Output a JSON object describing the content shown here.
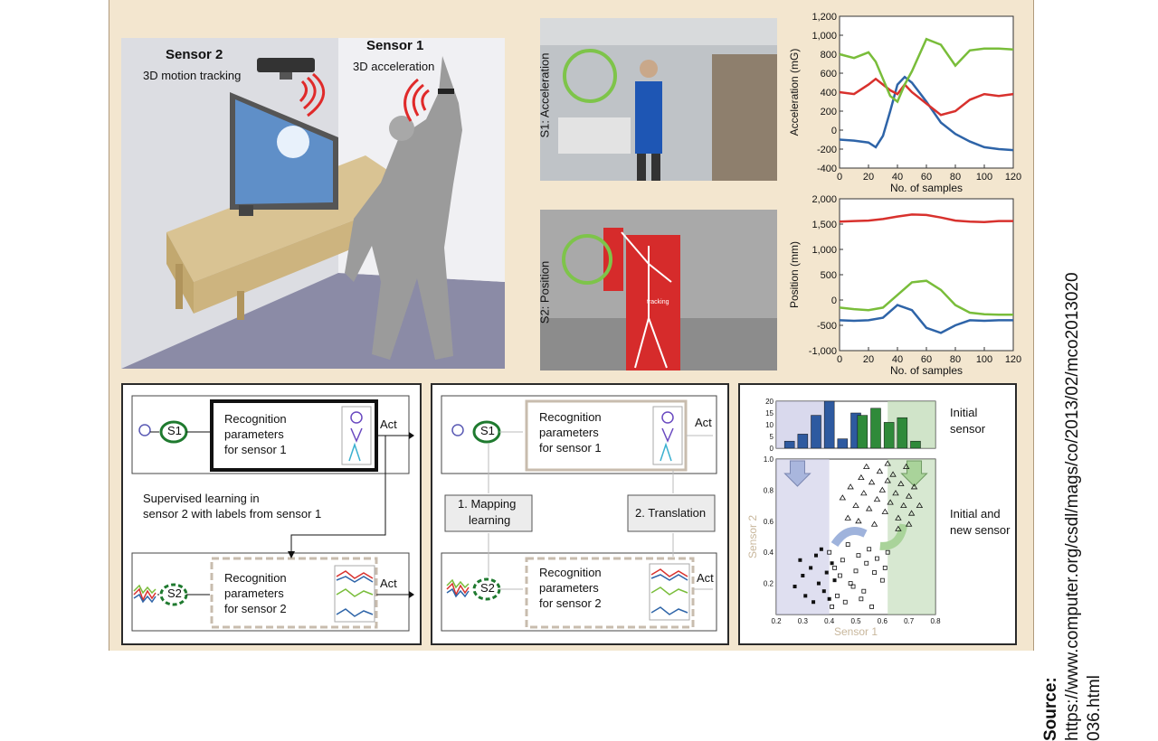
{
  "scene": {
    "sensor2_title": "Sensor 2",
    "sensor2_sub": "3D motion tracking",
    "sensor1_title": "Sensor 1",
    "sensor1_sub": "3D acceleration"
  },
  "photos": {
    "s1_label": "S1: Acceleration",
    "s2_label": "S2: Position",
    "tracking_text": "tracking"
  },
  "chart_data": [
    {
      "type": "line",
      "xlabel": "No. of samples",
      "ylabel": "Acceleration (mG)",
      "xlim": [
        0,
        120
      ],
      "ylim": [
        -400,
        1200
      ],
      "xticks": [
        0,
        20,
        40,
        60,
        80,
        100,
        120
      ],
      "yticks": [
        "-400",
        "-200",
        "0",
        "200",
        "400",
        "600",
        "800",
        "1,000",
        "1,200"
      ],
      "colors": [
        "#2e64a8",
        "#d8312d",
        "#79bd3a"
      ],
      "series": [
        {
          "x": [
            0,
            10,
            20,
            25,
            30,
            35,
            40,
            45,
            50,
            60,
            70,
            80,
            90,
            100,
            110,
            120
          ],
          "y": [
            -100,
            -110,
            -130,
            -180,
            -60,
            200,
            480,
            560,
            500,
            300,
            80,
            -40,
            -120,
            -180,
            -200,
            -210
          ]
        },
        {
          "x": [
            0,
            10,
            20,
            25,
            30,
            35,
            40,
            45,
            50,
            60,
            70,
            80,
            90,
            100,
            110,
            120
          ],
          "y": [
            400,
            380,
            480,
            540,
            480,
            420,
            380,
            480,
            400,
            280,
            160,
            200,
            320,
            380,
            360,
            380
          ]
        },
        {
          "x": [
            0,
            10,
            20,
            25,
            30,
            35,
            40,
            45,
            50,
            60,
            70,
            80,
            90,
            100,
            110,
            120
          ],
          "y": [
            800,
            760,
            820,
            720,
            540,
            360,
            300,
            480,
            620,
            960,
            900,
            680,
            840,
            860,
            860,
            850
          ]
        }
      ]
    },
    {
      "type": "line",
      "xlabel": "No. of samples",
      "ylabel": "Position (mm)",
      "xlim": [
        0,
        120
      ],
      "ylim": [
        -1000,
        2000
      ],
      "xticks": [
        0,
        20,
        40,
        60,
        80,
        100,
        120
      ],
      "yticks": [
        "-1,000",
        "-500",
        "0",
        "500",
        "1,000",
        "1,500",
        "2,000"
      ],
      "colors": [
        "#2e64a8",
        "#d8312d",
        "#79bd3a"
      ],
      "series": [
        {
          "x": [
            0,
            10,
            20,
            30,
            40,
            50,
            60,
            70,
            80,
            90,
            100,
            110,
            120
          ],
          "y": [
            -400,
            -410,
            -400,
            -350,
            -100,
            -200,
            -550,
            -650,
            -500,
            -400,
            -410,
            -400,
            -400
          ]
        },
        {
          "x": [
            0,
            10,
            20,
            30,
            40,
            50,
            60,
            70,
            80,
            90,
            100,
            110,
            120
          ],
          "y": [
            1550,
            1560,
            1570,
            1600,
            1650,
            1690,
            1680,
            1630,
            1570,
            1550,
            1540,
            1560,
            1560
          ]
        },
        {
          "x": [
            0,
            10,
            20,
            30,
            40,
            50,
            60,
            70,
            80,
            90,
            100,
            110,
            120
          ],
          "y": [
            -150,
            -180,
            -200,
            -150,
            100,
            350,
            380,
            200,
            -100,
            -250,
            -280,
            -290,
            -290
          ]
        }
      ]
    },
    {
      "type": "bar",
      "xlim": [
        0.2,
        0.8
      ],
      "ylim": [
        0,
        20
      ],
      "yticks": [
        "0",
        "5",
        "10",
        "15",
        "20"
      ],
      "series": [
        {
          "color": "#2e5aa0",
          "x": [
            0.25,
            0.3,
            0.35,
            0.4,
            0.45,
            0.5
          ],
          "values": [
            3,
            6,
            14,
            20,
            4,
            15
          ]
        },
        {
          "color": "#2f8a3a",
          "x": [
            0.525,
            0.575,
            0.625,
            0.675,
            0.725
          ],
          "values": [
            14,
            17,
            11,
            13,
            3
          ]
        }
      ]
    },
    {
      "type": "scatter",
      "xlabel": "Sensor 1",
      "ylabel": "Sensor 2",
      "xlim": [
        0.2,
        0.8
      ],
      "ylim": [
        0.0,
        1.0
      ],
      "xticks": [
        "0.2",
        "0.3",
        "0.4",
        "0.5",
        "0.6",
        "0.7",
        "0.8"
      ],
      "yticks": [
        "0.2",
        "0.4",
        "0.6",
        "0.8",
        "1.0"
      ],
      "series": [
        {
          "marker": "square-filled",
          "points": [
            [
              0.27,
              0.18
            ],
            [
              0.3,
              0.25
            ],
            [
              0.33,
              0.3
            ],
            [
              0.35,
              0.38
            ],
            [
              0.36,
              0.2
            ],
            [
              0.38,
              0.15
            ],
            [
              0.39,
              0.27
            ],
            [
              0.4,
              0.1
            ],
            [
              0.41,
              0.33
            ],
            [
              0.42,
              0.22
            ],
            [
              0.37,
              0.42
            ],
            [
              0.31,
              0.12
            ],
            [
              0.34,
              0.08
            ],
            [
              0.29,
              0.35
            ]
          ]
        },
        {
          "marker": "square-open",
          "points": [
            [
              0.4,
              0.4
            ],
            [
              0.42,
              0.3
            ],
            [
              0.44,
              0.25
            ],
            [
              0.45,
              0.35
            ],
            [
              0.47,
              0.45
            ],
            [
              0.48,
              0.2
            ],
            [
              0.5,
              0.28
            ],
            [
              0.51,
              0.38
            ],
            [
              0.53,
              0.15
            ],
            [
              0.54,
              0.33
            ],
            [
              0.55,
              0.42
            ],
            [
              0.57,
              0.27
            ],
            [
              0.58,
              0.36
            ],
            [
              0.6,
              0.22
            ],
            [
              0.43,
              0.12
            ],
            [
              0.46,
              0.08
            ],
            [
              0.49,
              0.18
            ],
            [
              0.52,
              0.1
            ],
            [
              0.41,
              0.05
            ],
            [
              0.61,
              0.3
            ],
            [
              0.56,
              0.05
            ],
            [
              0.62,
              0.4
            ]
          ]
        },
        {
          "marker": "triangle",
          "points": [
            [
              0.45,
              0.75
            ],
            [
              0.48,
              0.82
            ],
            [
              0.5,
              0.7
            ],
            [
              0.52,
              0.88
            ],
            [
              0.53,
              0.78
            ],
            [
              0.55,
              0.68
            ],
            [
              0.56,
              0.85
            ],
            [
              0.58,
              0.74
            ],
            [
              0.59,
              0.92
            ],
            [
              0.6,
              0.8
            ],
            [
              0.61,
              0.66
            ],
            [
              0.62,
              0.86
            ],
            [
              0.63,
              0.72
            ],
            [
              0.64,
              0.9
            ],
            [
              0.65,
              0.78
            ],
            [
              0.66,
              0.62
            ],
            [
              0.67,
              0.84
            ],
            [
              0.68,
              0.7
            ],
            [
              0.69,
              0.95
            ],
            [
              0.7,
              0.76
            ],
            [
              0.71,
              0.65
            ],
            [
              0.72,
              0.82
            ],
            [
              0.47,
              0.62
            ],
            [
              0.51,
              0.6
            ],
            [
              0.57,
              0.58
            ],
            [
              0.66,
              0.55
            ],
            [
              0.7,
              0.58
            ],
            [
              0.74,
              0.7
            ],
            [
              0.62,
              0.97
            ],
            [
              0.54,
              0.95
            ]
          ]
        }
      ]
    }
  ],
  "histogram_label": "Initial sensor",
  "scatter_label": "Initial and new sensor",
  "diagramA": {
    "s1": "S1",
    "s2": "S2",
    "recog1": [
      "Recognition",
      "parameters",
      "for sensor 1"
    ],
    "recog2": [
      "Recognition",
      "parameters",
      "for sensor 2"
    ],
    "act": "Act",
    "supervised": [
      "Supervised learning in",
      "sensor 2 with labels from sensor 1"
    ]
  },
  "diagramB": {
    "s1": "S1",
    "s2": "S2",
    "recog1": [
      "Recognition",
      "parameters",
      "for sensor 1"
    ],
    "recog2": [
      "Recognition",
      "parameters",
      "for sensor 2"
    ],
    "act": "Act",
    "mapping": [
      "1. Mapping",
      "learning"
    ],
    "translation": "2. Translation"
  },
  "source": {
    "label": "Source:",
    "url": "https://www.computer.org/csdl/mags/co/2013/02/mco2013020036.html"
  }
}
